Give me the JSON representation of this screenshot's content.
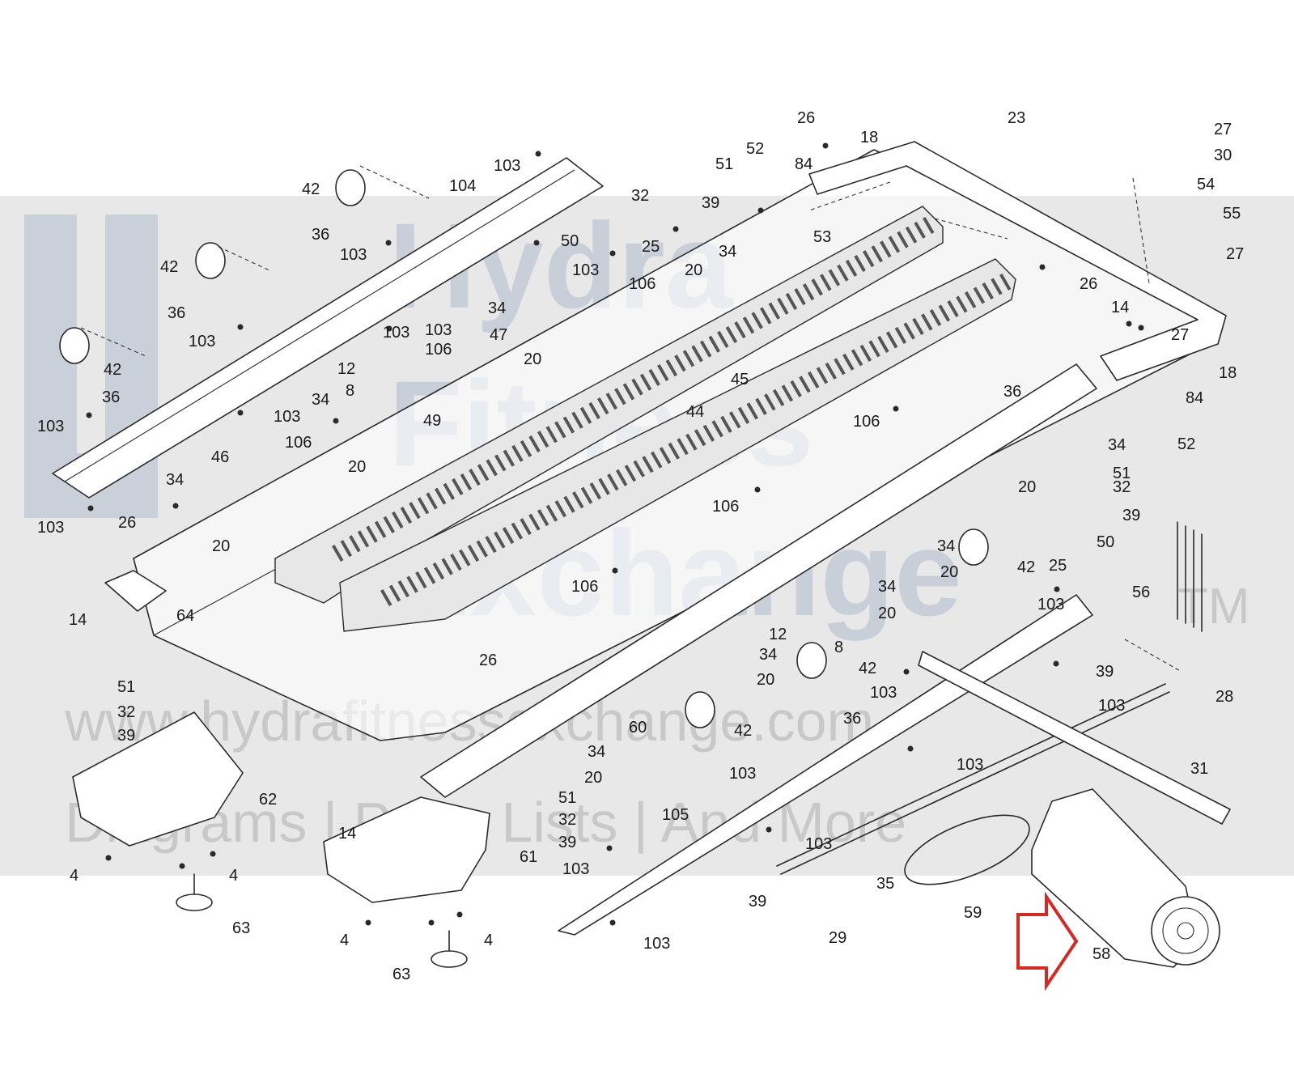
{
  "watermark": {
    "brand_line1": "Hydra",
    "brand_line2": "Fitness",
    "brand_line3": "Exchange",
    "trademark": "TM",
    "url": "www.hydrafitnessexchange.com",
    "tagline": "Diagrams | Parts Lists | And More"
  },
  "colors": {
    "highlight_arrow": "#d22a24",
    "watermark_band": "#d6d6d6",
    "watermark_text": "#aebccd"
  },
  "highlight": {
    "part": "58",
    "icon": "red-outline-arrow"
  },
  "labels": [
    "103",
    "104",
    "42",
    "36",
    "103",
    "42",
    "36",
    "103",
    "42",
    "36",
    "103",
    "103",
    "103",
    "26",
    "52",
    "51",
    "32",
    "39",
    "34",
    "20",
    "50",
    "25",
    "103",
    "106",
    "84",
    "18",
    "53",
    "23",
    "27",
    "30",
    "54",
    "55",
    "27",
    "26",
    "34",
    "103",
    "106",
    "47",
    "20",
    "12",
    "8",
    "34",
    "106",
    "20",
    "49",
    "46",
    "34",
    "20",
    "26",
    "103",
    "45",
    "44",
    "14",
    "27",
    "18",
    "84",
    "52",
    "36",
    "106",
    "34",
    "51",
    "32",
    "20",
    "39",
    "50",
    "25",
    "106",
    "34",
    "20",
    "42",
    "34",
    "20",
    "106",
    "14",
    "64",
    "103",
    "56",
    "26",
    "12",
    "8",
    "34",
    "20",
    "42",
    "103",
    "39",
    "103",
    "28",
    "51",
    "32",
    "39",
    "60",
    "42",
    "36",
    "34",
    "20",
    "103",
    "103",
    "31",
    "62",
    "14",
    "51",
    "32",
    "39",
    "105",
    "61",
    "103",
    "103",
    "35",
    "39",
    "59",
    "29",
    "58",
    "4",
    "4",
    "63",
    "4",
    "4",
    "63",
    "103"
  ]
}
